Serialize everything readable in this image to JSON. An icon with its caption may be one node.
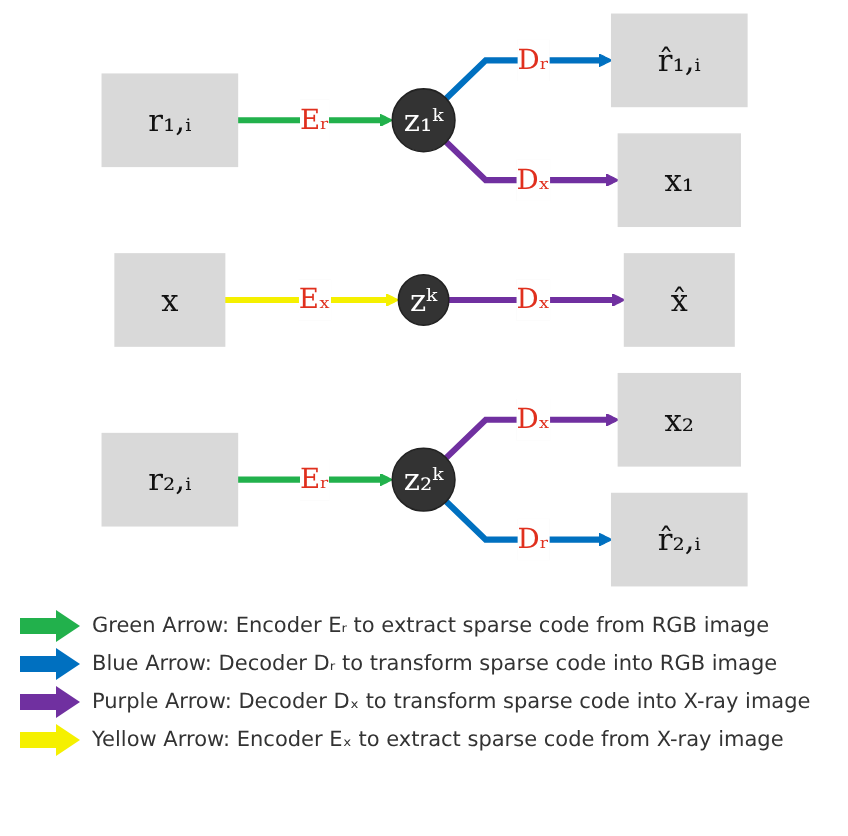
{
  "diagram": {
    "nodes": [
      {
        "text": [
          "r₁,ᵢ"
        ]
      },
      {
        "text": [
          "z₁ᵏ"
        ]
      },
      {
        "text": [
          "r̂₁,ᵢ"
        ]
      },
      {
        "text": [
          "x₁"
        ]
      },
      {
        "text": [
          "x"
        ]
      },
      {
        "text": [
          "zᵏ"
        ]
      },
      {
        "text": [
          "x̂"
        ]
      },
      {
        "text": [
          "r₂,ᵢ"
        ]
      },
      {
        "text": [
          "z₂ᵏ"
        ]
      },
      {
        "text": [
          "x₂"
        ]
      },
      {
        "text": [
          "r̂₂,ᵢ"
        ]
      }
    ],
    "edges": [
      {
        "from": 0,
        "to": 1,
        "arrow": "to",
        "label": "Eᵣ",
        "color": "#22b14c"
      },
      {
        "from": 1,
        "to": 2,
        "arrow": "to",
        "label": "Dᵣ",
        "color": "#0070c0"
      },
      {
        "from": 1,
        "to": 3,
        "arrow": "to",
        "label": "Dₓ",
        "color": "#7030a0"
      },
      {
        "from": 4,
        "to": 5,
        "arrow": "to",
        "label": "Eₓ",
        "color": "#f5f000"
      },
      {
        "from": 5,
        "to": 6,
        "arrow": "to",
        "label": "Dₓ",
        "color": "#7030a0"
      },
      {
        "from": 7,
        "to": 8,
        "arrow": "to",
        "label": "Eᵣ",
        "color": "#22b14c"
      },
      {
        "from": 8,
        "to": 9,
        "arrow": "to",
        "label": "Dₓ",
        "color": "#7030a0"
      },
      {
        "from": 8,
        "to": 10,
        "arrow": "to",
        "label": "Dᵣ",
        "color": "#0070c0"
      }
    ],
    "legend": [
      {
        "text": "Green Arrow: Encoder Eᵣ to extract sparse code from RGB image",
        "color": "#22b14c"
      },
      {
        "text": "Blue Arrow: Decoder Dᵣ to transform sparse code into RGB image",
        "color": "#0070c0"
      },
      {
        "text": "Purple Arrow: Decoder Dₓ to transform sparse code into X-ray image",
        "color": "#7030a0"
      },
      {
        "text": "Yellow Arrow: Encoder Eₓ to extract sparse code from X-ray image",
        "color": "#f5f000"
      }
    ]
  }
}
